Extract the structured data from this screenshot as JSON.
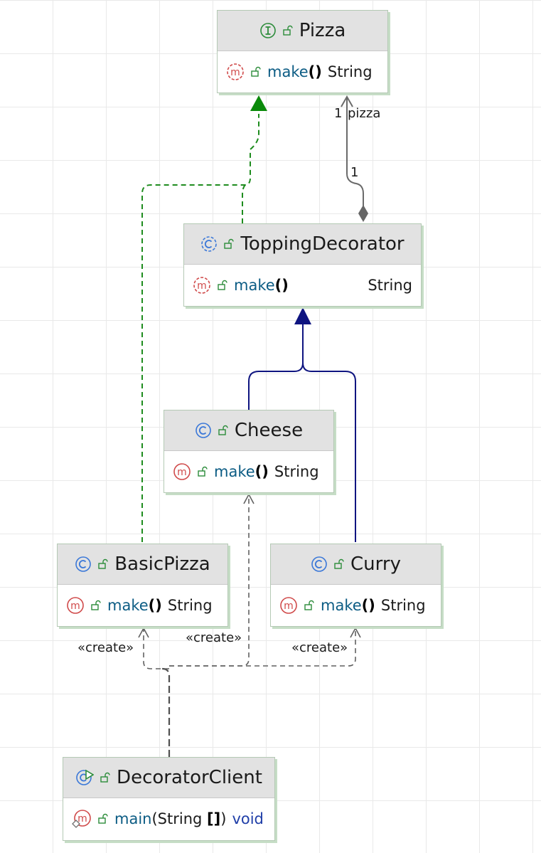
{
  "classes": {
    "pizza": {
      "name": "Pizza",
      "kind": "interface",
      "methods": [
        {
          "name": "make",
          "params": "()",
          "returns": "String"
        }
      ]
    },
    "topping_decorator": {
      "name": "ToppingDecorator",
      "kind": "abstract-class",
      "methods": [
        {
          "name": "make",
          "params": "()",
          "returns": "String"
        }
      ]
    },
    "cheese": {
      "name": "Cheese",
      "kind": "class",
      "methods": [
        {
          "name": "make",
          "params": "()",
          "returns": "String"
        }
      ]
    },
    "basic_pizza": {
      "name": "BasicPizza",
      "kind": "class",
      "methods": [
        {
          "name": "make",
          "params": "()",
          "returns": "String"
        }
      ]
    },
    "curry": {
      "name": "Curry",
      "kind": "class",
      "methods": [
        {
          "name": "make",
          "params": "()",
          "returns": "String"
        }
      ]
    },
    "decorator_client": {
      "name": "DecoratorClient",
      "kind": "runnable-class",
      "methods": [
        {
          "name": "main",
          "params_open": "(String ",
          "params_bracket": "[]",
          "params_close": ")",
          "returns": "void"
        }
      ]
    }
  },
  "relations": {
    "composition": {
      "target_multiplicity": "1",
      "target_role": "pizza",
      "source_multiplicity": "1"
    },
    "create_basic_pizza": "«create»",
    "create_cheese": "«create»",
    "create_curry": "«create»"
  },
  "colors": {
    "realization": "#1e8c1e",
    "generalization": "#0e1480",
    "composition": "#6a6a6a",
    "dependency": "#606060",
    "interface_icon": "#2c8c3a",
    "class_icon": "#3b78d8",
    "method_icon": "#d04a4a",
    "lock_icon": "#2c8c3a"
  },
  "icons": [
    "interface-icon",
    "abstract-class-icon",
    "class-icon",
    "runnable-class-icon",
    "method-icon",
    "abstract-method-icon",
    "static-method-icon",
    "public-visibility-icon"
  ]
}
